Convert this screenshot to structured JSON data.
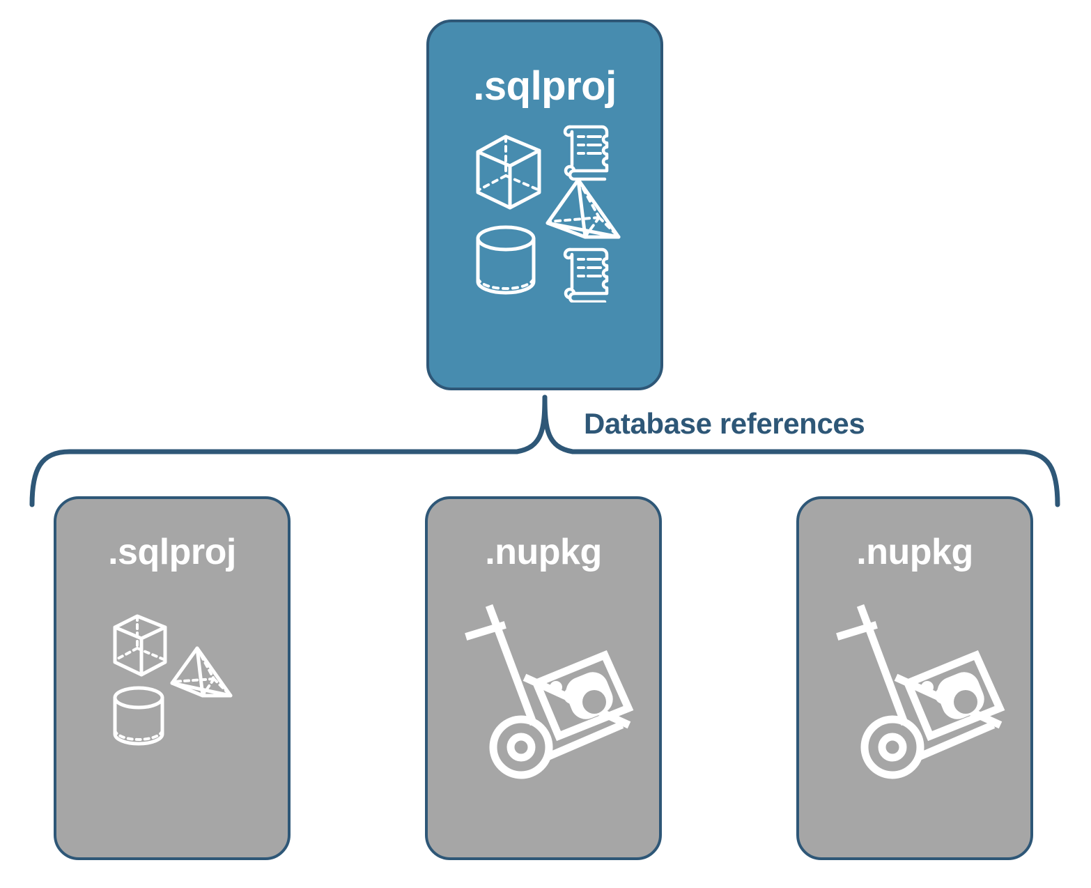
{
  "diagram": {
    "title_text": "Database references",
    "colors": {
      "accent_teal": "#478CAF",
      "neutral_grey": "#A6A6A6",
      "outline_blue": "#2E5777",
      "icon_white": "#FFFFFF",
      "background": "#FFFFFF"
    }
  },
  "top_node": {
    "label": ".sqlproj",
    "fill": "#478CAF",
    "icons": [
      "cube-icon",
      "pyramid-icon",
      "cylinder-icon",
      "scroll-icon",
      "scroll-icon"
    ]
  },
  "connector": {
    "label": "Database references",
    "style": "curly-brace",
    "color": "#2E5777"
  },
  "referenced_nodes": [
    {
      "label": ".sqlproj",
      "fill": "#A6A6A6",
      "icons": [
        "cube-icon",
        "pyramid-icon",
        "cylinder-icon"
      ]
    },
    {
      "label": ".nupkg",
      "fill": "#A6A6A6",
      "icons": [
        "hand-truck-package-icon"
      ]
    },
    {
      "label": ".nupkg",
      "fill": "#A6A6A6",
      "icons": [
        "hand-truck-package-icon"
      ]
    }
  ]
}
